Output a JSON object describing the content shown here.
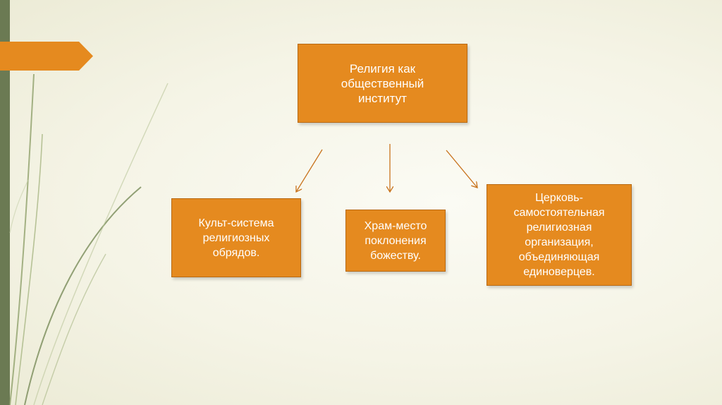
{
  "colors": {
    "sidebar": "#6b7a53",
    "accent": "#e58a1f",
    "arrow": "#c8731d",
    "text": "#ffffff"
  },
  "diagram": {
    "root": {
      "text": "Религия как\nобщественный\nинститут"
    },
    "children": [
      {
        "text": "Культ-система\nрелигиозных\nобрядов."
      },
      {
        "text": "Храм-место\nпоклонения\nбожеству."
      },
      {
        "text": "Церковь-\nсамостоятельная\nрелигиозная\nорганизация,\nобъединяющая\nединоверцев."
      }
    ]
  }
}
